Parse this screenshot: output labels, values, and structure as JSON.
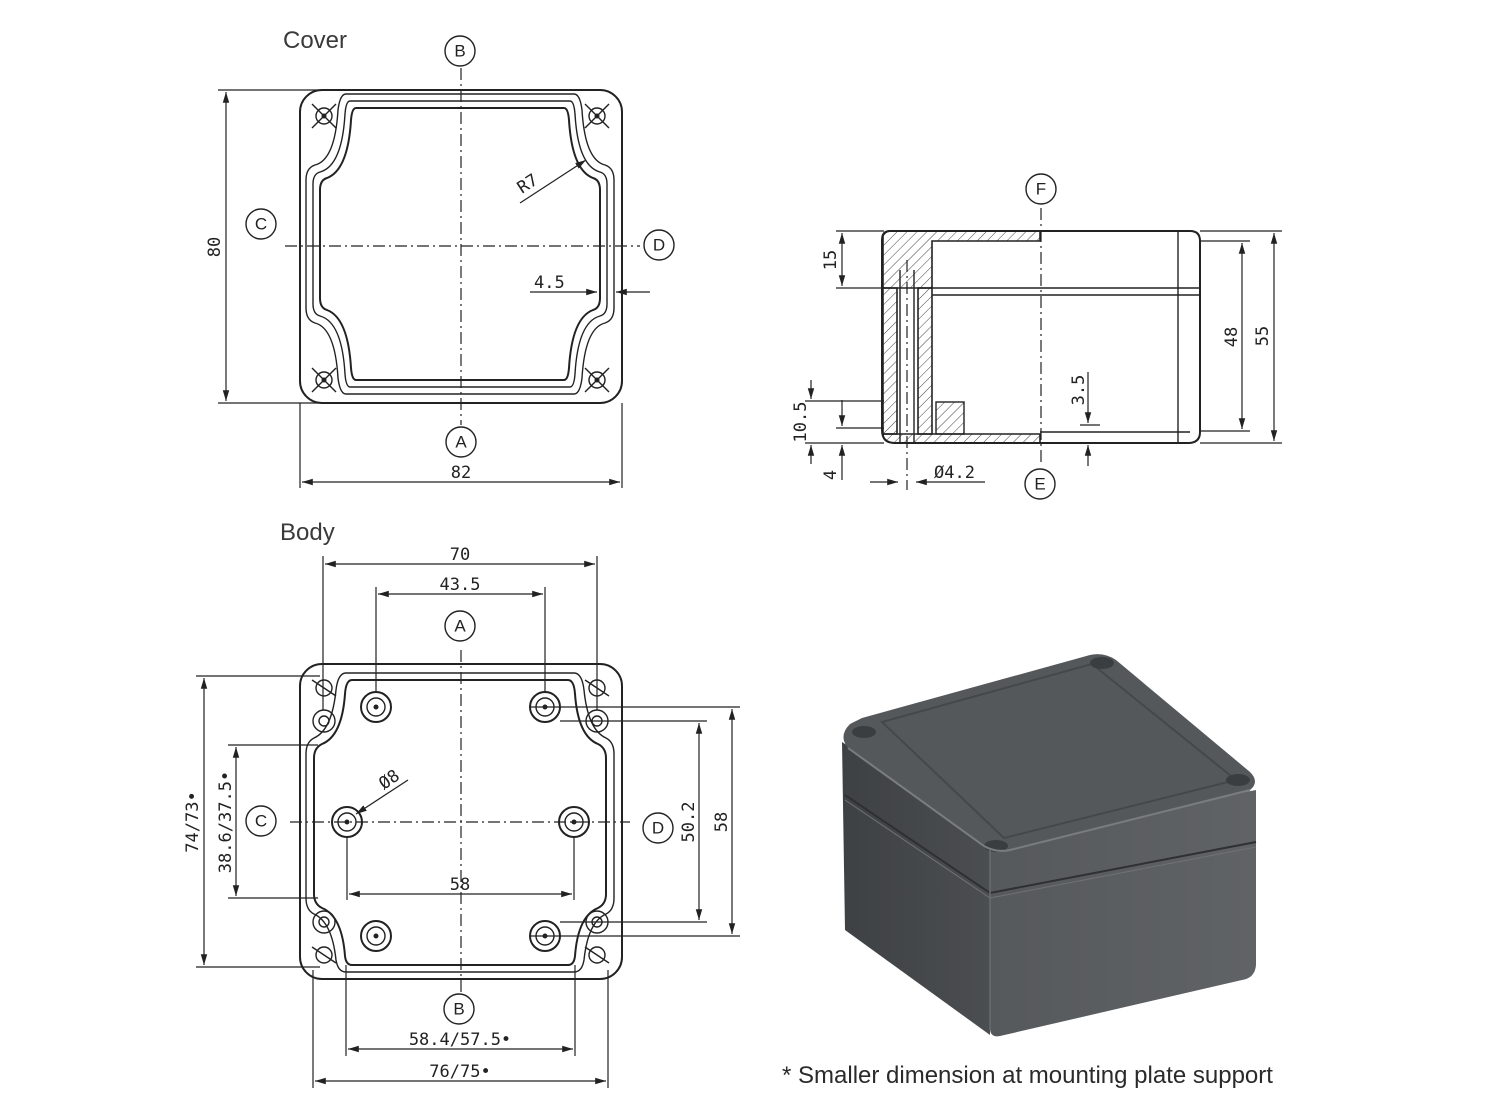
{
  "views": {
    "cover": {
      "title": "Cover",
      "dims": {
        "width": "82",
        "height": "80",
        "radius": "R7",
        "wall": "4.5"
      },
      "labels": {
        "top": "B",
        "bottom": "A",
        "left": "C",
        "right": "D"
      }
    },
    "section": {
      "dims": {
        "cover_height": "15",
        "inner_height": "48",
        "total_height": "55",
        "boss_height": "3.5",
        "lower_height": "10.5",
        "base": "4",
        "hole_dia": "Ø4.2"
      },
      "labels": {
        "top": "F",
        "bottom": "E"
      }
    },
    "body": {
      "title": "Body",
      "dims": {
        "width_70": "70",
        "hole_spacing": "43.5",
        "outer_height": "74/73•",
        "inner_height": "38.6/37.5•",
        "boss_dia": "Ø8",
        "inner_span": "58",
        "right_inner": "50.2",
        "right_outer": "58",
        "bottom_inner": "58.4/57.5•",
        "bottom_outer": "76/75•"
      },
      "labels": {
        "top": "A",
        "bottom": "B",
        "left": "C",
        "right": "D"
      }
    }
  },
  "note": "* Smaller dimension at mounting plate support",
  "colors": {
    "line": "#222222",
    "box_dark": "#4a4d50",
    "box_light": "#5c5f62"
  }
}
